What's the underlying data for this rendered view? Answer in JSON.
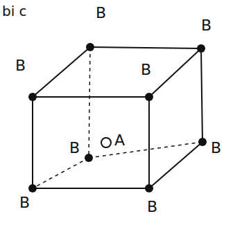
{
  "diagram": {
    "labels": [
      "bi c",
      "B",
      "B",
      "B",
      "B",
      "B",
      "A",
      "B",
      "B",
      "B"
    ]
  }
}
